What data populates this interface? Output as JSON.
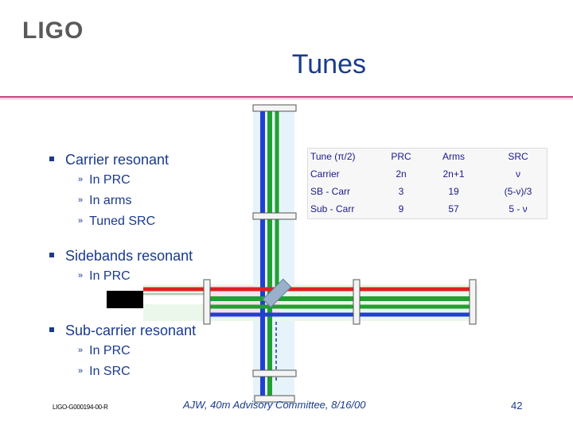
{
  "header": {
    "logo_text": "LIGO",
    "title": "Tunes"
  },
  "bullets": [
    {
      "text": "Carrier resonant",
      "subitems": [
        "In PRC",
        "In arms",
        "Tuned SRC"
      ]
    },
    {
      "text": "Sidebands resonant",
      "subitems": [
        "In PRC"
      ]
    },
    {
      "text": "Sub-carrier resonant",
      "subitems": [
        "In PRC",
        "In SRC"
      ]
    }
  ],
  "table": {
    "headers": [
      "Tune (π/2)",
      "PRC",
      "Arms",
      "SRC"
    ],
    "rows": [
      {
        "label": "Carrier",
        "cells": [
          "2n",
          "2n+1",
          "ν"
        ]
      },
      {
        "label": "SB - Carr",
        "cells": [
          "3",
          "19",
          "(5-ν)/3"
        ]
      },
      {
        "label": "Sub - Carr",
        "cells": [
          "9",
          "57",
          "5 - ν"
        ]
      }
    ]
  },
  "footer": {
    "doc_id": "LIGO-G000194-00-R",
    "citation": "AJW, 40m Advisory Committee, 8/16/00",
    "page_number": "42"
  },
  "colors": {
    "accent": "#1a3a8c",
    "rule": "#c2457a",
    "beam_red": "#e02020",
    "beam_green": "#20a030",
    "beam_blue": "#2040d0"
  }
}
